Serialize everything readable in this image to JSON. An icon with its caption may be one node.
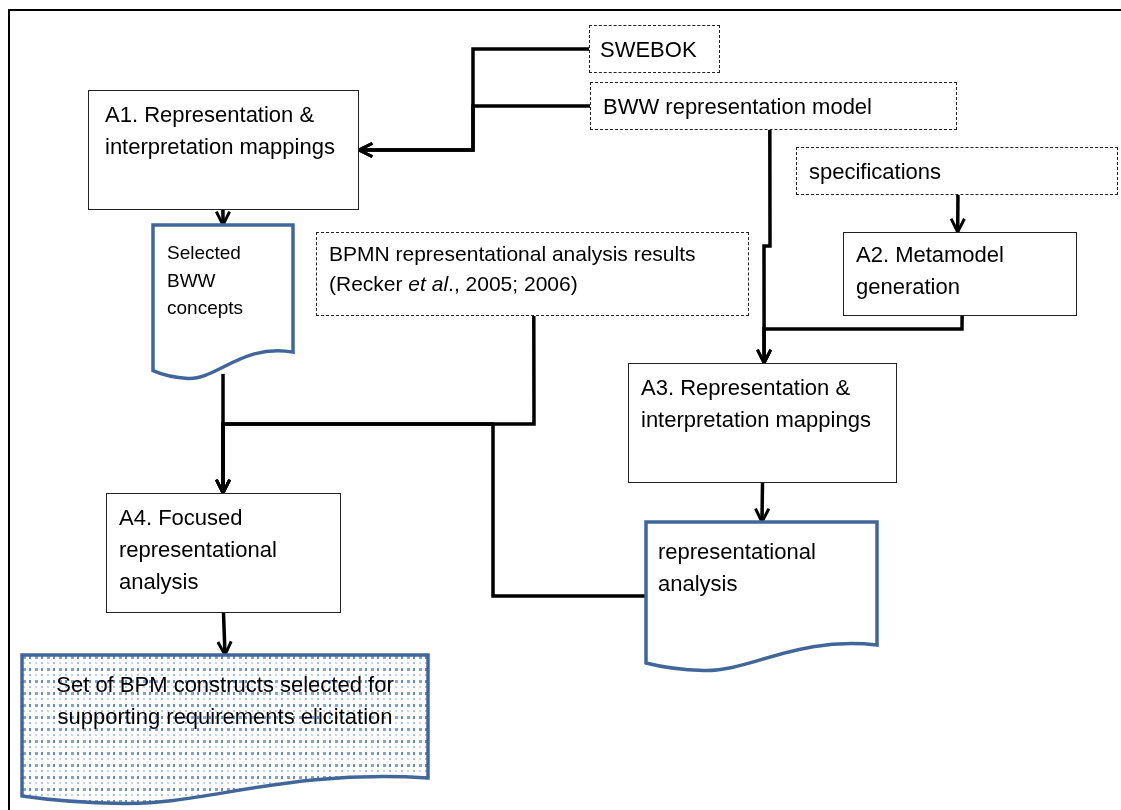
{
  "diagram": {
    "nodes": [
      {
        "text": [
          "SWEBOK"
        ]
      },
      {
        "text": [
          "BWW representation model"
        ]
      },
      {
        "text": [
          "A1. Representation & interpretation mappings"
        ]
      },
      {
        "text": [
          "specifications"
        ]
      },
      {
        "text": [
          "Selected BWW concepts"
        ]
      },
      {
        "text": [
          "BPMN representational analysis results (Recker *et al*., 2005; 2006)"
        ]
      },
      {
        "text": [
          "A2. Metamodel generation"
        ]
      },
      {
        "text": [
          "A3. Representation & interpretation mappings"
        ]
      },
      {
        "text": [
          "A4. Focused representational analysis"
        ]
      },
      {
        "text": [
          "representational analysis"
        ]
      },
      {
        "text": [
          "Set of BPM constructs selected for supporting requirements elicitation"
        ]
      }
    ],
    "edges": [
      {
        "from": 0,
        "to": 2,
        "arrow": "to"
      },
      {
        "from": 1,
        "to": 2,
        "arrow": "to"
      },
      {
        "from": 2,
        "to": 4,
        "arrow": "to"
      },
      {
        "from": 3,
        "to": 6,
        "arrow": "to"
      },
      {
        "from": 1,
        "to": 7,
        "arrow": "to"
      },
      {
        "from": 6,
        "to": 7,
        "arrow": "to"
      },
      {
        "from": 4,
        "to": 8,
        "arrow": "to"
      },
      {
        "from": 5,
        "to": 8,
        "arrow": "to"
      },
      {
        "from": 9,
        "to": 8,
        "arrow": "to"
      },
      {
        "from": 7,
        "to": 9,
        "arrow": "to"
      },
      {
        "from": 8,
        "to": 10,
        "arrow": "to"
      }
    ]
  }
}
